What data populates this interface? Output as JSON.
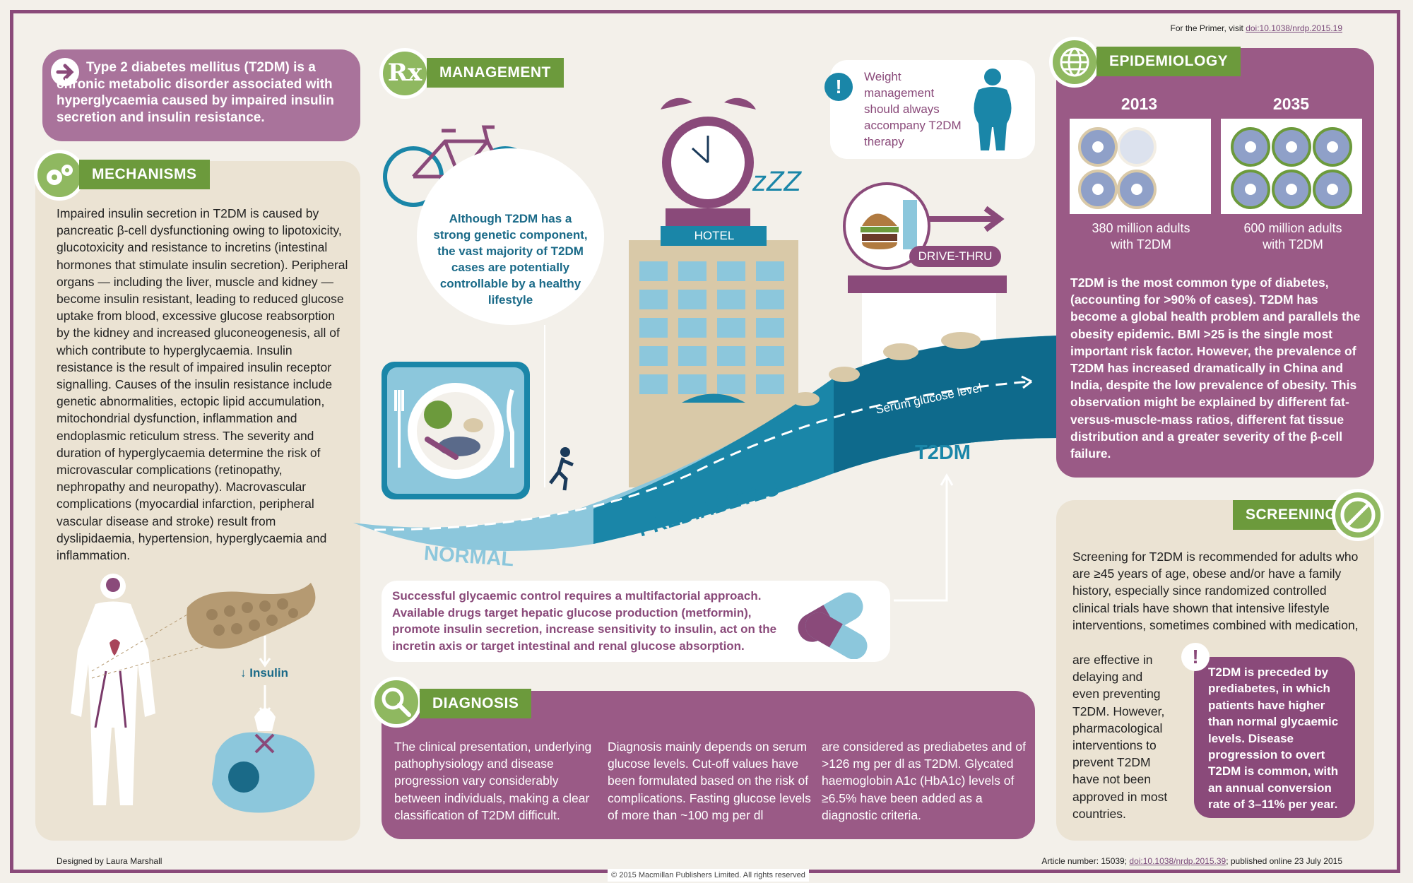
{
  "header": {
    "primer_prefix": "For the Primer, visit",
    "primer_link": "doi:10.1038/nrdp.2015.19"
  },
  "intro": {
    "text": "Type 2 diabetes mellitus (T2DM) is a chronic metabolic disorder associated with hyperglycaemia caused by impaired insulin secretion and insulin resistance."
  },
  "mechanisms": {
    "title": "MECHANISMS",
    "text": "Impaired insulin secretion in T2DM is caused by pancreatic β-cell dysfunctioning owing to lipotoxicity, glucotoxicity and resistance to incretins (intestinal hormones that stimulate insulin secretion). Peripheral organs — including the liver, muscle and kidney — become insulin resistant, leading to reduced glucose uptake from blood, excessive glucose reabsorption by the kidney and increased gluconeogenesis, all of which contribute to hyperglycaemia. Insulin resistance is the result of impaired insulin receptor signalling. Causes of the insulin resistance include genetic abnormalities, ectopic lipid accumulation, mitochondrial dysfunction, inflammation and endoplasmic reticulum stress. The severity and duration of hyperglycaemia determine the risk of microvascular complications (retinopathy, nephropathy and neuropathy). Macrovascular complications (myocardial infarction, peripheral vascular disease and stroke) result from dyslipidaemia, hypertension, hyperglycaemia and inflammation.",
    "insulin_label": "Insulin"
  },
  "management": {
    "title": "MANAGEMENT",
    "rx": "Rx",
    "lifestyle_text": "Although T2DM has a strong genetic component, the vast majority of T2DM cases are potentially controllable by a healthy lifestyle",
    "control_text": "Successful glycaemic control requires a multifactorial approach. Available drugs target hepatic glucose production (metformin), promote insulin secretion, increase sensitivity to insulin, act on the incretin axis or target intestinal and renal glucose absorption."
  },
  "weight": {
    "text": "Weight management should always accompany T2DM therapy"
  },
  "scene": {
    "hotel": "HOTEL",
    "drive_thru": "DRIVE-THRU",
    "zzz": "zZZ",
    "normal": "NORMAL",
    "prediabetes": "PREDIABETES",
    "t2dm": "T2DM",
    "serum": "Serum glucose level"
  },
  "epidemiology": {
    "title": "EPIDEMIOLOGY",
    "year_1": "2013",
    "year_2": "2035",
    "stat_1": "380 million adults with T2DM",
    "stat_2": "600 million adults with T2DM",
    "text": "T2DM is the most common type of diabetes, (accounting for >90% of cases). T2DM has become a global health problem and parallels the obesity epidemic. BMI >25 is the single most important risk factor. However, the prevalence of T2DM has increased dramatically in China and India, despite the low prevalence of obesity. This observation might be explained by different fat-versus-muscle-mass ratios, different fat tissue distribution and a greater severity of the β-cell failure."
  },
  "screening": {
    "title": "SCREENING",
    "text_top": "Screening for T2DM is recommended for adults who are ≥45 years of age, obese and/or have a family history, especially since randomized controlled clinical trials have shown that intensive lifestyle interventions, sometimes combined with medication,",
    "text_left": "are effective in delaying and even preventing T2DM. However, pharmacological interventions to prevent T2DM have not been approved in most countries.",
    "callout": "T2DM is preceded by prediabetes, in which patients have higher than normal glycaemic levels. Disease progression to overt T2DM is common, with an annual conversion rate of 3–11% per year."
  },
  "diagnosis": {
    "title": "DIAGNOSIS",
    "col_1": "The clinical presentation, underlying pathophysiology and disease progression vary considerably between individuals, making a clear classification of T2DM difficult.",
    "col_2": "Diagnosis mainly depends on serum glucose levels. Cut-off values have been formulated based on the risk of complications. Fasting glucose levels of more than ~100 mg per dl",
    "col_3": "are considered as prediabetes and of >126 mg per dl as T2DM. Glycated haemoglobin A1c (HbA1c) levels of ≥6.5% have been added as a diagnostic criteria."
  },
  "footer": {
    "designer": "Designed by Laura Marshall",
    "article_prefix": "Article number: 15039;",
    "article_link": "doi:10.1038/nrdp.2015.39",
    "article_suffix": "; published online 23 July 2015",
    "copyright": "© 2015 Macmillan Publishers Limited. All rights reserved"
  },
  "colors": {
    "purple": "#9a5a86",
    "green": "#6c9a3c",
    "teal": "#1a86a8",
    "light_blue": "#8cc7dc",
    "cream": "#ebe3d3"
  },
  "icons": [
    "arrow-right-icon",
    "gears-icon",
    "rx-icon",
    "magnifier-icon",
    "globe-icon",
    "no-sign-icon",
    "exclamation-icon",
    "bicycle-icon",
    "plate-icon",
    "alarm-clock-icon",
    "hotel-icon",
    "burger-icon",
    "person-icon",
    "pills-icon",
    "donut-icon",
    "body-icon",
    "pancreas-icon",
    "cell-icon",
    "runner-icon",
    "car-icon"
  ]
}
